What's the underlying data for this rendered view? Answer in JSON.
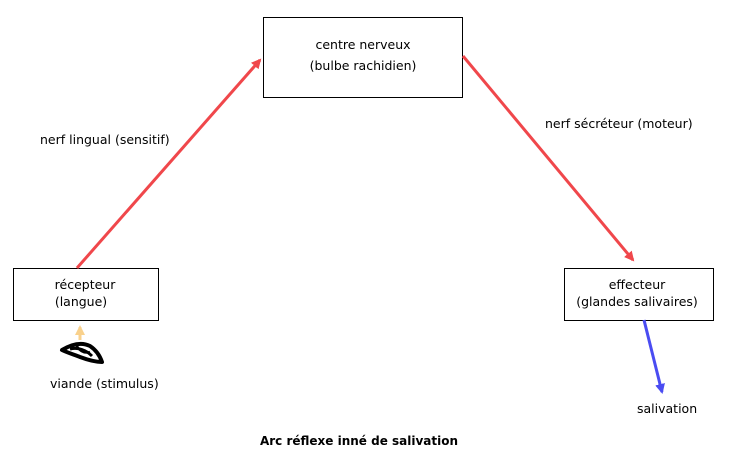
{
  "nodes": {
    "centre": {
      "line1": "centre nerveux",
      "line2": "(bulbe rachidien)"
    },
    "recepteur": {
      "line1": "récepteur",
      "line2": "(langue)"
    },
    "effecteur": {
      "line1": "effecteur",
      "line2": "(glandes salivaires)"
    }
  },
  "edges": {
    "sensitif": {
      "label": "nerf lingual (sensitif)",
      "color": "#f0474b"
    },
    "moteur": {
      "label": "nerf sécréteur (moteur)",
      "color": "#f0474b"
    },
    "salivation": {
      "label": "salivation",
      "color": "#4a4cf2"
    },
    "stimulus_arrow": {
      "color": "#f9d18c"
    }
  },
  "stimulus": {
    "label": "viande (stimulus)",
    "icon": "meat-scribble-icon"
  },
  "caption": "Arc réflexe inné de salivation"
}
